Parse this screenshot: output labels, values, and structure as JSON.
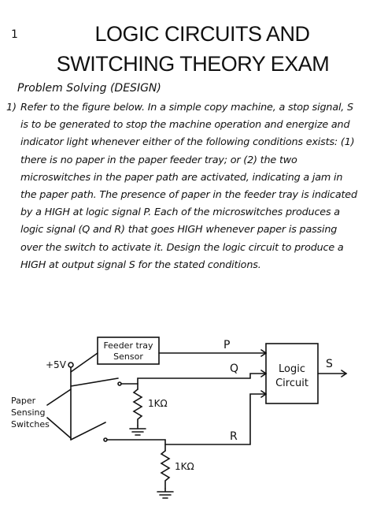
{
  "page_number": "1",
  "title": {
    "line1": "LOGIC CIRCUITS AND",
    "line2": "SWITCHING THEORY EXAM"
  },
  "section": "Problem Solving (DESIGN)",
  "problem": {
    "number": "1)",
    "text": "Refer to the figure below. In a simple copy machine, a stop signal, S is to be generated to stop the machine operation and energize and indicator light whenever either of the following conditions exists: (1) there is no paper in the paper feeder tray; or (2) the two microswitches in the paper path are activated, indicating a jam in the paper path. The presence of paper in the feeder tray is indicated by a HIGH at logic signal P. Each of the microswitches produces a logic signal (Q and R) that goes HIGH whenever paper is passing over the switch to activate it. Design the logic circuit to produce a HIGH at output signal S for the stated conditions."
  },
  "diagram": {
    "supply": "+5V",
    "sensor_line1": "Feeder tray",
    "sensor_line2": "Sensor",
    "signal_p": "P",
    "signal_q": "Q",
    "signal_r": "R",
    "signal_s": "S",
    "logic_line1": "Logic",
    "logic_line2": "Circuit",
    "switches_line1": "Paper",
    "switches_line2": "Sensing",
    "switches_line3": "Switches",
    "resistor1": "1KΩ",
    "resistor2": "1KΩ"
  }
}
